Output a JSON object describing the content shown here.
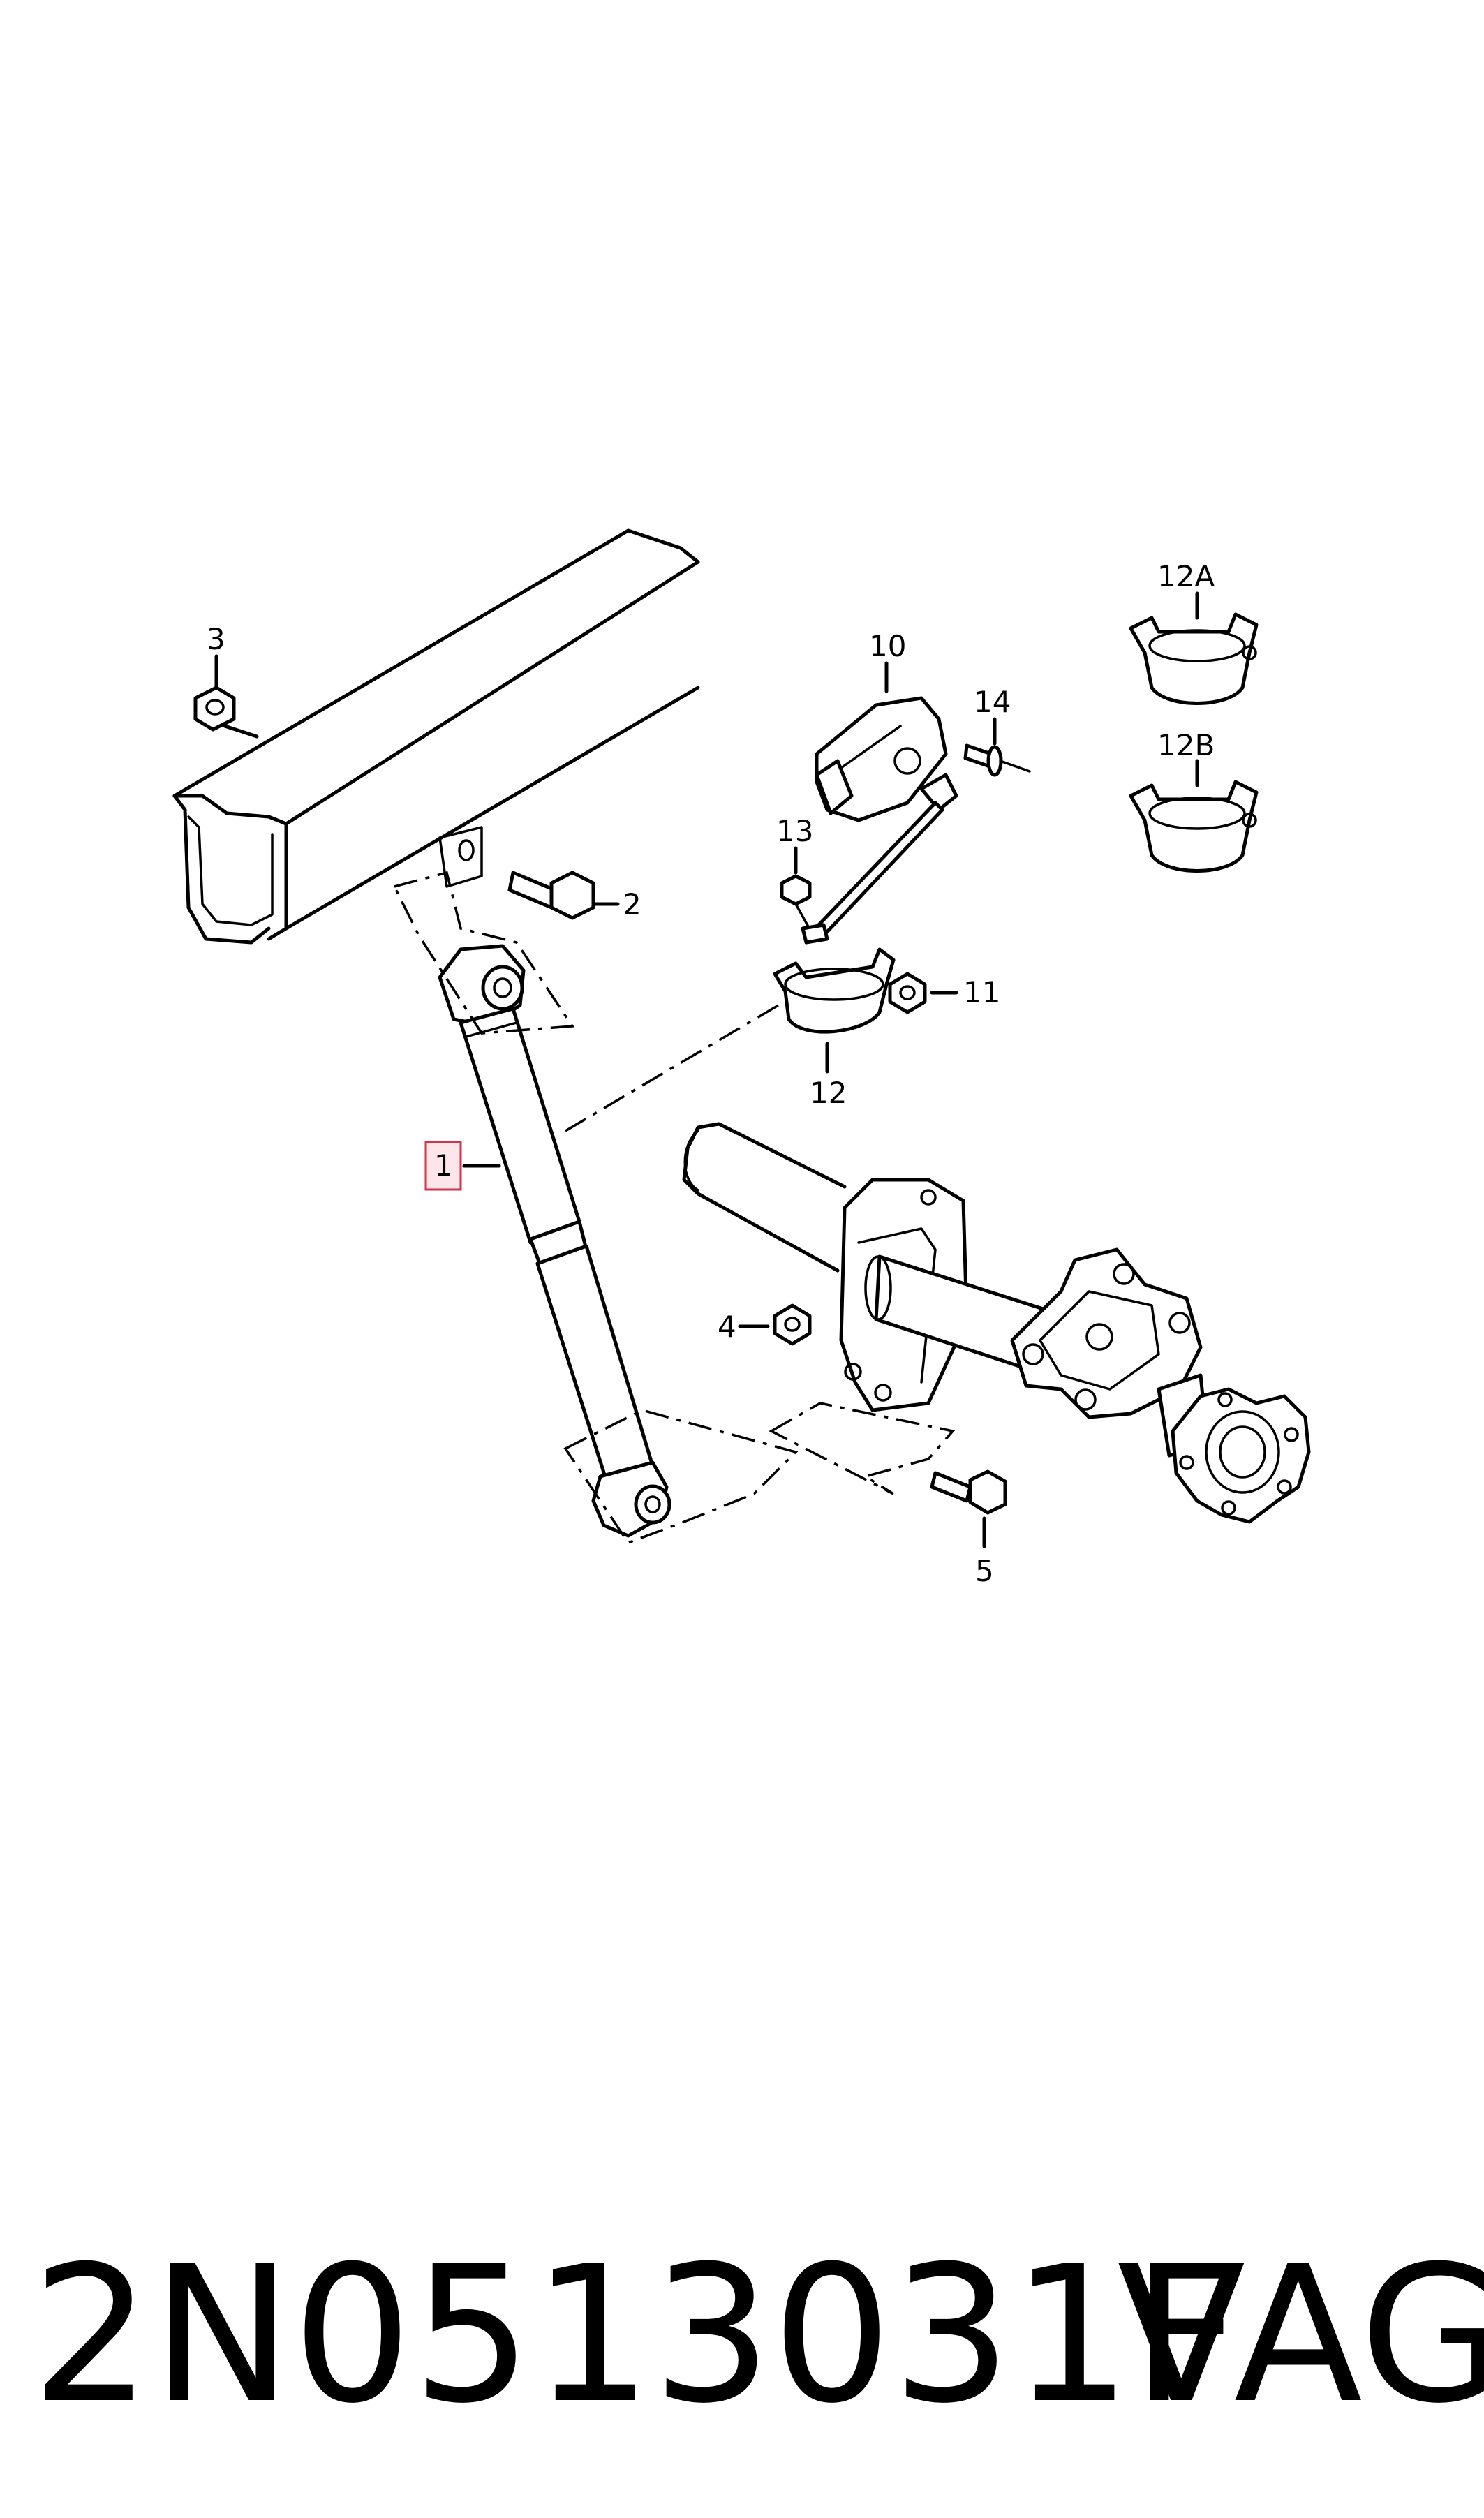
{
  "diagram": {
    "callouts": {
      "c1": "1",
      "c2": "2",
      "c3": "3",
      "c4": "4",
      "c5": "5",
      "c10": "10",
      "c11": "11",
      "c12": "12",
      "c12A": "12A",
      "c12B": "12B",
      "c13": "13",
      "c14": "14"
    },
    "highlighted_callout": "1",
    "highlight_color": "#d0334b"
  },
  "footer": {
    "part_number": "2N0513031F",
    "brand": "VAG"
  }
}
